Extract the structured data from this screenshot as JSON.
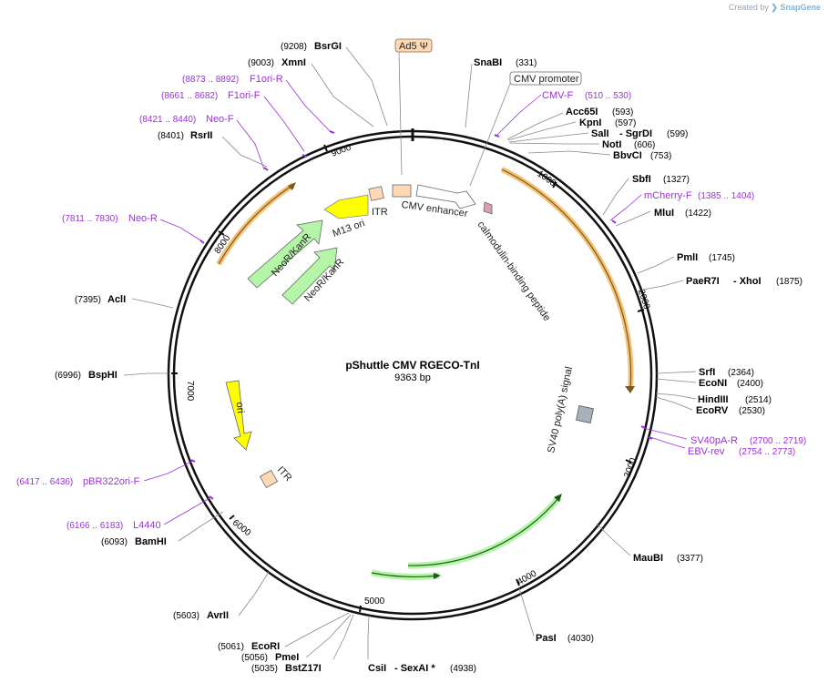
{
  "credit": {
    "created_by": "Created by",
    "brand": "SnapGene"
  },
  "plasmid": {
    "name": "pShuttle CMV RGECO-TnI",
    "size": "9363 bp"
  },
  "colors": {
    "primer": "#9b30d9",
    "orf_orange": "#f5c173",
    "orf_yellow": "#ffff00",
    "orf_green": "#b4f5a8",
    "marker": "#ffd9b5"
  },
  "ticks": [
    "1000",
    "2000",
    "3000",
    "4000",
    "5000",
    "6000",
    "7000",
    "8000",
    "9000"
  ],
  "enzymes": [
    {
      "name": "BsrGI",
      "pos": "(9208)"
    },
    {
      "name": "XmnI",
      "pos": "(9003)"
    },
    {
      "name": "RsrII",
      "pos": "(8401)"
    },
    {
      "name": "AclI",
      "pos": "(7395)"
    },
    {
      "name": "BspHI",
      "pos": "(6996)"
    },
    {
      "name": "BamHI",
      "pos": "(6093)"
    },
    {
      "name": "AvrII",
      "pos": "(5603)"
    },
    {
      "name": "EcoRI",
      "pos": "(5061)"
    },
    {
      "name": "PmeI",
      "pos": "(5056)"
    },
    {
      "name": "BstZ17I",
      "pos": "(5035)"
    },
    {
      "name": "SnaBI",
      "pos": "(331)"
    },
    {
      "name": "Acc65I",
      "pos": "(593)"
    },
    {
      "name": "KpnI",
      "pos": "(597)"
    },
    {
      "name": "SalI",
      "pos": ""
    },
    {
      "name": "- SgrDI",
      "pos": "(599)"
    },
    {
      "name": "NotI",
      "pos": "(606)"
    },
    {
      "name": "BbvCI",
      "pos": "(753)"
    },
    {
      "name": "SbfI",
      "pos": "(1327)"
    },
    {
      "name": "MluI",
      "pos": "(1422)"
    },
    {
      "name": "PmlI",
      "pos": "(1745)"
    },
    {
      "name": "PaeR7I",
      "pos": ""
    },
    {
      "name": "- XhoI",
      "pos": "(1875)"
    },
    {
      "name": "SrfI",
      "pos": "(2364)"
    },
    {
      "name": "EcoNI",
      "pos": "(2400)"
    },
    {
      "name": "HindIII",
      "pos": "(2514)"
    },
    {
      "name": "EcoRV",
      "pos": "(2530)"
    },
    {
      "name": "MauBI",
      "pos": "(3377)"
    },
    {
      "name": "PasI",
      "pos": "(4030)"
    },
    {
      "name": "CsiI",
      "pos": ""
    },
    {
      "name": "- SexAI *",
      "pos": "(4938)"
    }
  ],
  "primers": [
    {
      "name": "F1ori-R",
      "pos": "(8873 .. 8892)"
    },
    {
      "name": "F1ori-F",
      "pos": "(8661 .. 8682)"
    },
    {
      "name": "Neo-F",
      "pos": "(8421 .. 8440)"
    },
    {
      "name": "Neo-R",
      "pos": "(7811 .. 7830)"
    },
    {
      "name": "pBR322ori-F",
      "pos": "(6417 .. 6436)"
    },
    {
      "name": "L4440",
      "pos": "(6166 .. 6183)"
    },
    {
      "name": "CMV-F",
      "pos": "(510 .. 530)"
    },
    {
      "name": "mCherry-F",
      "pos": "(1385 .. 1404)"
    },
    {
      "name": "SV40pA-R",
      "pos": "(2700 .. 2719)"
    },
    {
      "name": "EBV-rev",
      "pos": "(2754 .. 2773)"
    }
  ],
  "boxed_labels": {
    "ad5": "Ad5 Ψ",
    "cmv_promoter": "CMV promoter"
  },
  "features": {
    "m13_ori": "M13 ori",
    "itr_top": "ITR",
    "cmv_enhancer": "CMV enhancer",
    "calmodulin": "calmodulin-binding peptide",
    "neor_outer": "NeoR/KanR",
    "neor_inner": "NeoR/KanR",
    "sv40": "SV40 poly(A) signal",
    "ori": "ori",
    "itr_bottom": "ITR"
  }
}
